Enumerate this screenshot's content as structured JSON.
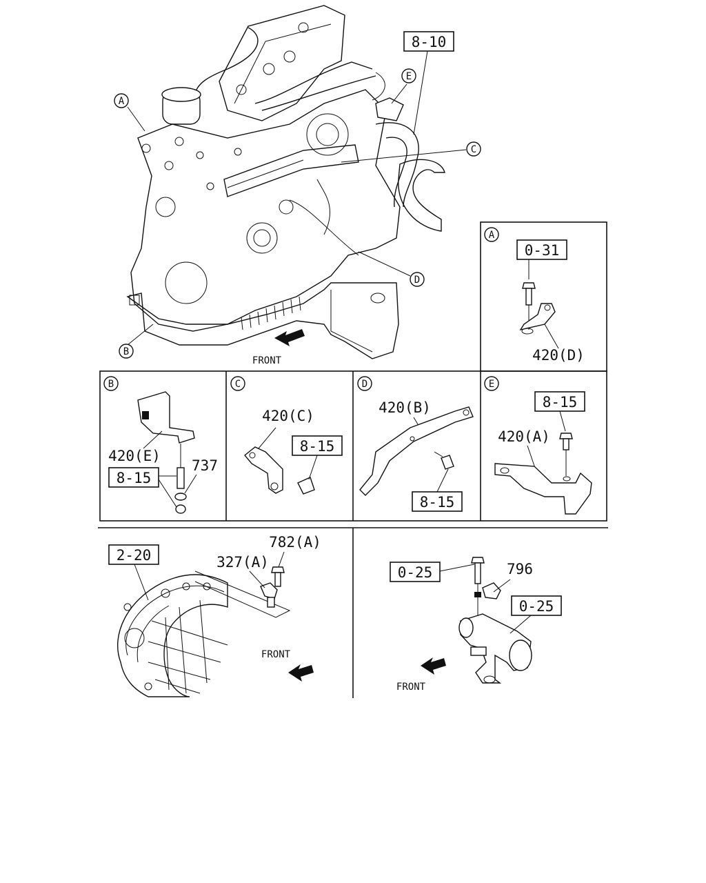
{
  "main": {
    "engine_refs": {
      "a": "A",
      "b": "B",
      "c": "C",
      "d": "D",
      "e": "E",
      "ref_8_10": "8-10"
    },
    "front_label": "FRONT"
  },
  "panels": {
    "a": {
      "letter": "A",
      "ref": "0-31",
      "part": "420(D)"
    },
    "b": {
      "letter": "B",
      "part": "420(E)",
      "ref": "8-15",
      "part2": "737"
    },
    "c": {
      "letter": "C",
      "part": "420(C)",
      "ref": "8-15"
    },
    "d": {
      "letter": "D",
      "part": "420(B)",
      "ref": "8-15"
    },
    "e": {
      "letter": "E",
      "ref": "8-15",
      "part": "420(A)"
    }
  },
  "bottom_left": {
    "ref": "2-20",
    "part1": "782(A)",
    "part2": "327(A)",
    "front": "FRONT"
  },
  "bottom_right": {
    "ref1": "0-25",
    "part": "796",
    "ref2": "0-25",
    "front": "FRONT"
  }
}
